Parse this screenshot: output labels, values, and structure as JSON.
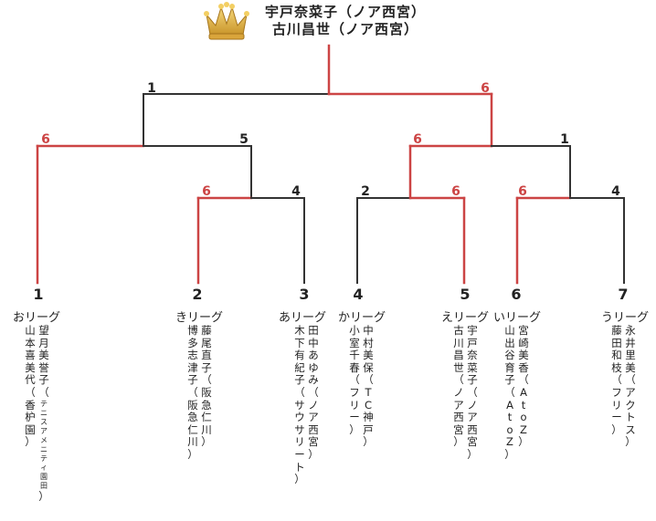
{
  "champion": {
    "line1": "宇戸奈菜子（ノア西宮）",
    "line2": "古川昌世（ノア西宮）",
    "icon": "crown-icon",
    "icon_color": "#e8b53c"
  },
  "colors": {
    "win_line": "#cc4444",
    "lose_line": "#333333",
    "win_score": "#cc4444",
    "lose_score": "#222222"
  },
  "bracket": {
    "final": {
      "left_score": "1",
      "right_score": "6"
    },
    "semi_left": {
      "left_score": "6",
      "right_score": "5"
    },
    "semi_right": {
      "left_score": "6",
      "right_score": "1"
    },
    "qf_a": {
      "left_score": "6",
      "right_score": "4"
    },
    "qf_b": {
      "left_score": "2",
      "right_score": "6"
    },
    "qf_c": {
      "left_score": "6",
      "right_score": "4"
    }
  },
  "teams": [
    {
      "seed": "1",
      "league": "おリーグ",
      "col1": "望月美誉子（テニスアメニティ園田）",
      "col2": "山本喜美代（香枦園）"
    },
    {
      "seed": "2",
      "league": "きリーグ",
      "col1": "藤尾直子（阪急仁川）",
      "col2": "博多志津子（阪急仁川）"
    },
    {
      "seed": "3",
      "league": "あリーグ",
      "col1": "田中あゆみ（ノア西宮）",
      "col2": "木下有紀子（サウサリート）"
    },
    {
      "seed": "4",
      "league": "かリーグ",
      "col1": "中村美保（TC神戸）",
      "col2": "小室千春（フリー）"
    },
    {
      "seed": "5",
      "league": "えリーグ",
      "col1": "宇戸奈菜子（ノア西宮）",
      "col2": "古川昌世（ノア西宮）"
    },
    {
      "seed": "6",
      "league": "いリーグ",
      "col1": "宮崎美香（AtoZ）",
      "col2": "山出谷育子（AtoZ）"
    },
    {
      "seed": "7",
      "league": "うリーグ",
      "col1": "永井里美（アクトス）",
      "col2": "藤田和枝（フリー）"
    }
  ]
}
